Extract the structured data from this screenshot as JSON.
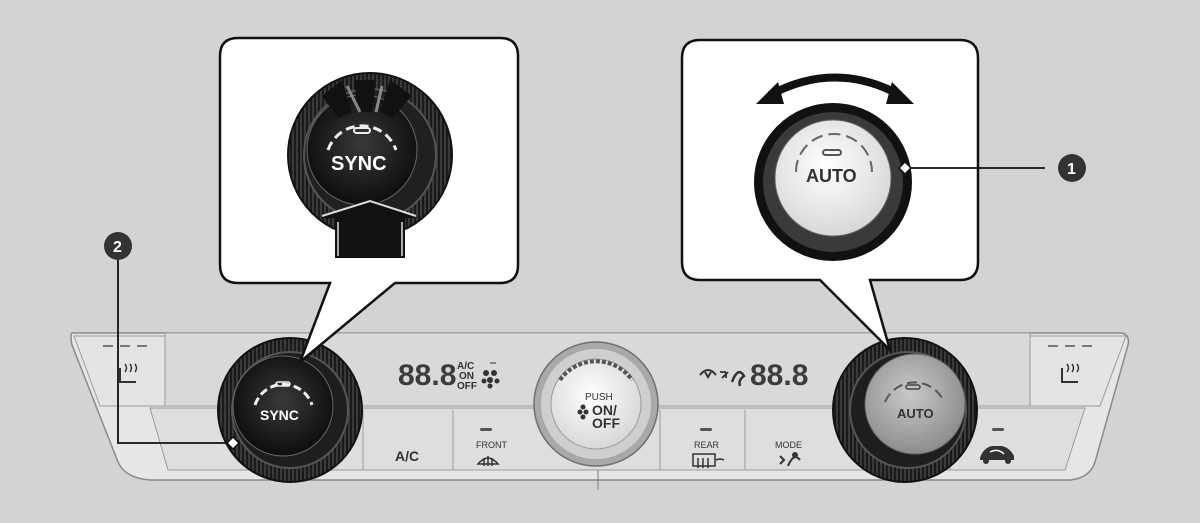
{
  "callouts": {
    "c1": "1",
    "c2": "2"
  },
  "zoom_left": {
    "knob_label": "SYNC"
  },
  "zoom_right": {
    "knob_label": "AUTO"
  },
  "panel": {
    "left_knob_label": "SYNC",
    "right_knob_label": "AUTO",
    "left_temp": "88.8",
    "right_temp": "88.8",
    "ac_status": [
      "A/C",
      "ON",
      "OFF"
    ],
    "center_knob": {
      "push": "PUSH",
      "on": "ON/",
      "off": "OFF"
    },
    "ac_button": "A/C",
    "front_button": "FRONT",
    "rear_button": "REAR",
    "mode_button": "MODE"
  },
  "icons": [
    "seat-heater-icon",
    "fan-icon",
    "defrost-icon",
    "rear-defrost-icon",
    "recirculation-icon",
    "airflow-mode-icon",
    "rotate-arrow-icon",
    "push-arrow-icon"
  ]
}
